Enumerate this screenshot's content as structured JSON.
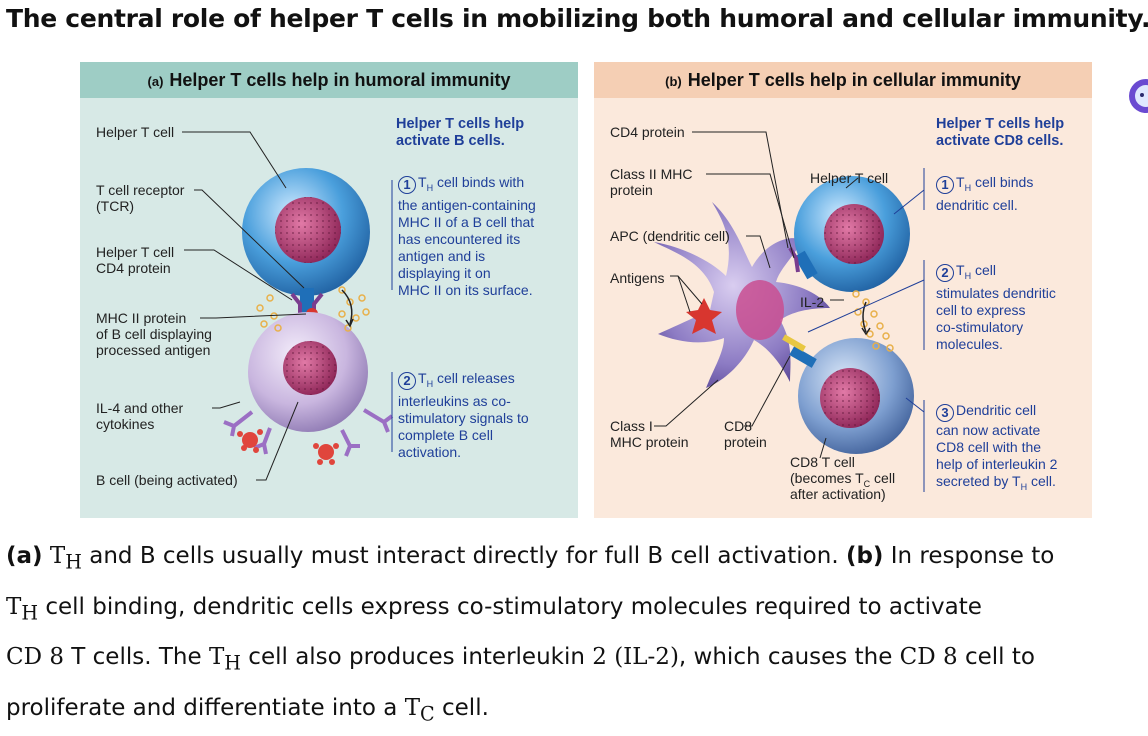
{
  "title": "The central role of helper T cells in mobilizing both humoral and cellular immunity.",
  "panel_a": {
    "letter": "(a)",
    "title": "Helper T cells help in humoral immunity",
    "labels": {
      "helper_t_cell": "Helper T cell",
      "tcr_1": "T cell receptor",
      "tcr_2": "(TCR)",
      "cd4_1": "Helper T cell",
      "cd4_2": "CD4 protein",
      "mhc_1": "MHC II protein",
      "mhc_2": "of B cell displaying",
      "mhc_3": "processed antigen",
      "il4_1": "IL-4 and other",
      "il4_2": "cytokines",
      "bcell": "B cell (being activated)"
    },
    "help_1": "Helper T cells help",
    "help_2": "activate B cells.",
    "step1": {
      "num": "1",
      "line1": "T",
      "sub": "H",
      "line1b": " cell binds with",
      "lines": [
        "the antigen-containing",
        "MHC II of a B cell that",
        "has encountered its",
        "antigen and is",
        "displaying it on",
        "MHC II on its surface."
      ]
    },
    "step2": {
      "num": "2",
      "line1": "T",
      "sub": "H",
      "line1b": " cell releases",
      "lines": [
        "interleukins as co-",
        "stimulatory signals to",
        "complete B cell",
        "activation."
      ]
    }
  },
  "panel_b": {
    "letter": "(b)",
    "title": "Helper T cells help in cellular immunity",
    "labels": {
      "cd4": "CD4 protein",
      "class2_1": "Class II MHC",
      "class2_2": "protein",
      "apc": "APC (dendritic cell)",
      "antigens": "Antigens",
      "helper": "Helper T cell",
      "il2": "IL-2",
      "class1_1": "Class I",
      "class1_2": "MHC protein",
      "cd8_1": "CD8",
      "cd8_2": "protein",
      "cd8t_1": "CD8 T cell",
      "cd8t_2a": "(becomes T",
      "cd8t_sub": "C",
      "cd8t_2b": " cell",
      "cd8t_3": "after activation)"
    },
    "help_1": "Helper T cells help",
    "help_2": "activate CD8 cells.",
    "step1": {
      "num": "1",
      "line1": "T",
      "sub": "H",
      "line1b": " cell binds",
      "lines": [
        "dendritic cell."
      ]
    },
    "step2": {
      "num": "2",
      "line1": "T",
      "sub": "H",
      "line1b": " cell",
      "lines": [
        "stimulates dendritic",
        "cell to express",
        "co-stimulatory",
        "molecules."
      ]
    },
    "step3": {
      "num": "3",
      "line1": "Dendritic cell",
      "lines": [
        "can now activate",
        "CD8 cell with the",
        "help of interleukin 2"
      ],
      "last_a": "secreted by T",
      "last_sub": "H",
      "last_b": " cell."
    }
  },
  "caption": {
    "a_tag": "(a)",
    "t": "T",
    "h": "H",
    "c": "C",
    "seg1": " and B cells usually must interact directly for full B cell activation. ",
    "b_tag": "(b)",
    "seg2": " In response to",
    "seg3": " cell binding, dendritic cells express co-stimulatory molecules required to activate",
    "cd8": "CD 8",
    "seg4": " T cells. The ",
    "seg5": " cell also produces interleukin ",
    "two": "2",
    "il2": " (IL-2)",
    "seg6": ", which causes the ",
    "seg7": " cell to",
    "seg8": "proliferate and differentiate into a ",
    "seg9": " cell."
  },
  "colors": {
    "panel_a_bg": "#d7e9e6",
    "panel_a_header": "#9ecdc5",
    "panel_b_bg": "#fbe9dc",
    "panel_b_header": "#f5cfb4",
    "step_text": "#1f3f99",
    "t_cell": "#4a9fdc",
    "b_cell": "#c9b6df",
    "nucleus": "#a3336d",
    "dendritic": "#8d7cc4",
    "cytokine": "#e0453c"
  }
}
